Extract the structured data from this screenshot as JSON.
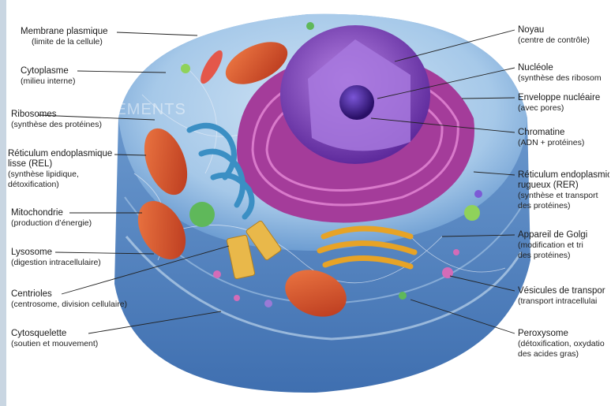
{
  "labels": {
    "membrane": {
      "title": "Membrane plasmique",
      "sub": "(limite de la cellule)"
    },
    "cytoplasme": {
      "title": "Cytoplasme",
      "sub": "(milieu interne)"
    },
    "ribosomes": {
      "title": "Ribosomes",
      "sub": "(synthèse des protéines)"
    },
    "rel": {
      "title": "Réticulum endoplasmique",
      "line2": "lisse (REL)",
      "sub1": "(synthèse lipidique,",
      "sub2": "détoxification)"
    },
    "mitochondrie": {
      "title": "Mitochondrie",
      "sub": "(production d’énergie)"
    },
    "lysosome": {
      "title": "Lysosome",
      "sub": "(digestion intracellulaire)"
    },
    "centrioles": {
      "title": "Centrioles",
      "sub": "(centrosome, division cellulaire)"
    },
    "cytosquelette": {
      "title": "Cytosquelette",
      "sub": "(soutien et mouvement)"
    },
    "noyau": {
      "title": "Noyau",
      "sub": "(centre de contrôle)"
    },
    "nucleole": {
      "title": "Nucléole",
      "sub": "(synthèse des ribosom"
    },
    "enveloppe": {
      "title": "Enveloppe nucléaire",
      "sub": "(avec pores)"
    },
    "chromatine": {
      "title": "Chromatine",
      "sub": "(ADN + protéines)"
    },
    "rer": {
      "title": "Réticulum endoplasmic",
      "line2": "rugueux (RER)",
      "sub1": "(synthèse et transport",
      "sub2": "des protéines)"
    },
    "golgi": {
      "title": "Appareil de Golgi",
      "sub1": "(modification et tri",
      "sub2": "des protéines)"
    },
    "vesicules": {
      "title": "Vésicules de transpor",
      "sub": "(transport intracellulai"
    },
    "peroxysome": {
      "title": "Peroxysome",
      "sub1": "(détoxification, oxydatio",
      "sub2": "des acides gras)"
    }
  },
  "watermark": "ELEMENTS",
  "colors": {
    "cell": "#9fc3e6",
    "cell_edge": "#6f9fd3",
    "nucleus": "#8a4fc6",
    "rer": "#b24aa6",
    "rel": "#3b8fc4",
    "mitochondria": "#d8552f",
    "golgi": "#e7a326",
    "centriole": "#e9b84a"
  }
}
